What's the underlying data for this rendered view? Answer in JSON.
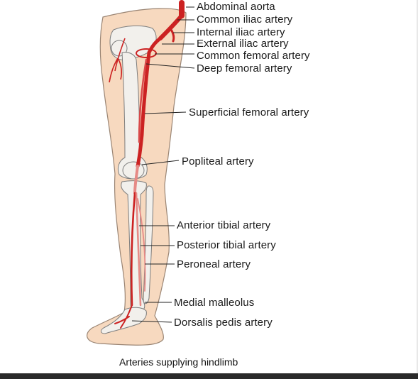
{
  "diagram": {
    "labels": [
      {
        "id": "abdominal-aorta",
        "text": "Abdominal aorta"
      },
      {
        "id": "common-iliac-artery",
        "text": "Common iliac artery"
      },
      {
        "id": "internal-iliac-artery",
        "text": "Internal iliac artery"
      },
      {
        "id": "external-iliac-artery",
        "text": "External iliac artery"
      },
      {
        "id": "common-femoral-artery",
        "text": "Common femoral artery"
      },
      {
        "id": "deep-femoral-artery",
        "text": "Deep femoral artery"
      },
      {
        "id": "superficial-femoral-artery",
        "text": "Superficial femoral artery"
      },
      {
        "id": "popliteal-artery",
        "text": "Popliteal artery"
      },
      {
        "id": "anterior-tibial-artery",
        "text": "Anterior tibial artery"
      },
      {
        "id": "posterior-tibial-artery",
        "text": "Posterior tibial artery"
      },
      {
        "id": "peroneal-artery",
        "text": "Peroneal artery"
      },
      {
        "id": "medial-malleolus",
        "text": "Medial malleolus"
      },
      {
        "id": "dorsalis-pedis-artery",
        "text": "Dorsalis pedis artery"
      }
    ],
    "caption": "Arteries supplying hindlimb",
    "colors": {
      "skin": "#f7d9bf",
      "skin_outline": "#9a8574",
      "bone": "#f2f0ec",
      "bone_outline": "#7d7d7d",
      "artery": "#cc2222",
      "artery_light": "#e68a86",
      "leader_line": "#222222"
    }
  }
}
